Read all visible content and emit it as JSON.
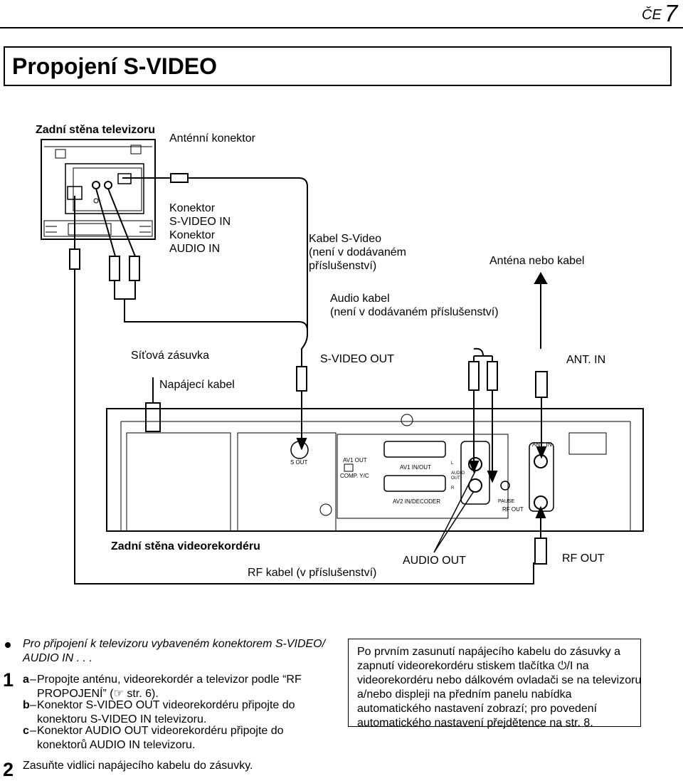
{
  "header": {
    "page_label": "ČE",
    "page_number": "7"
  },
  "title": "Propojení S-VIDEO",
  "diagram": {
    "tv_rear_label": "Zadní stěna televizoru",
    "antenna_connector": "Anténní konektor",
    "svideo_in_connector": "Konektor\nS-VIDEO IN",
    "audio_in_connector": "Konektor\nAUDIO IN",
    "svideo_cable": "Kabel S-Video\n(není v dodávaném\npříslušenství)",
    "antenna_or_cable": "Anténa nebo kabel",
    "audio_cable": "Audio kabel\n(není v dodávaném příslušenství)",
    "mains_socket": "Síťová zásuvka",
    "svideo_out": "S-VIDEO OUT",
    "ant_in": "ANT. IN",
    "power_cable": "Napájecí kabel",
    "vcr_rear_label": "Zadní stěna videorekordéru",
    "rf_cable": "RF kabel (v příslušenství)",
    "audio_out": "AUDIO OUT",
    "rf_out": "RF OUT",
    "vcr_panel": {
      "s_out": "S OUT",
      "av1_out": "AV1 OUT",
      "comp_yc": "COMP.  Y/C",
      "av1_inout": "AV1 IN/OUT",
      "av2_decoder": "AV2 IN/DECODER",
      "audio_out_small": "L\n\nAUDIO\nOUT\n\nR",
      "pause": "PAUSE",
      "rf_out_small": "RF OUT",
      "ant_in_small": "ANT. IN"
    }
  },
  "instructions": {
    "intro": "Pro připojení k televizoru vybaveném konektorem S-VIDEO/\nAUDIO IN . . .",
    "step1_number": "1",
    "step1": {
      "a_letter": "a",
      "a_text": "Propojte anténu, videorekordér a televizor podle “RF\nPROPOJENÍ” (☞ str. 6).",
      "b_letter": "b",
      "b_text": "Konektor S-VIDEO OUT videorekordéru připojte do\nkonektoru S-VIDEO IN televizoru.",
      "c_letter": "c",
      "c_text": "Konektor AUDIO OUT videorekordéru připojte do\nkonektorů AUDIO IN televizoru."
    },
    "step2_number": "2",
    "step2_text": "Zasuňte vidlici napájecího kabelu do zásuvky."
  },
  "info_box": "Po prvním zasunutí napájecího kabelu do zásuvky a\nzapnutí videorekordéru stiskem tlačítka ⏻/I na\nvideorekordéru nebo dálkovém ovladači se na televizoru\na/nebo displeji na předním panelu nabídka\nautomatického nastavení zobrazí; pro povedení\nautomatického nastavení přejdětence na str. 8."
}
